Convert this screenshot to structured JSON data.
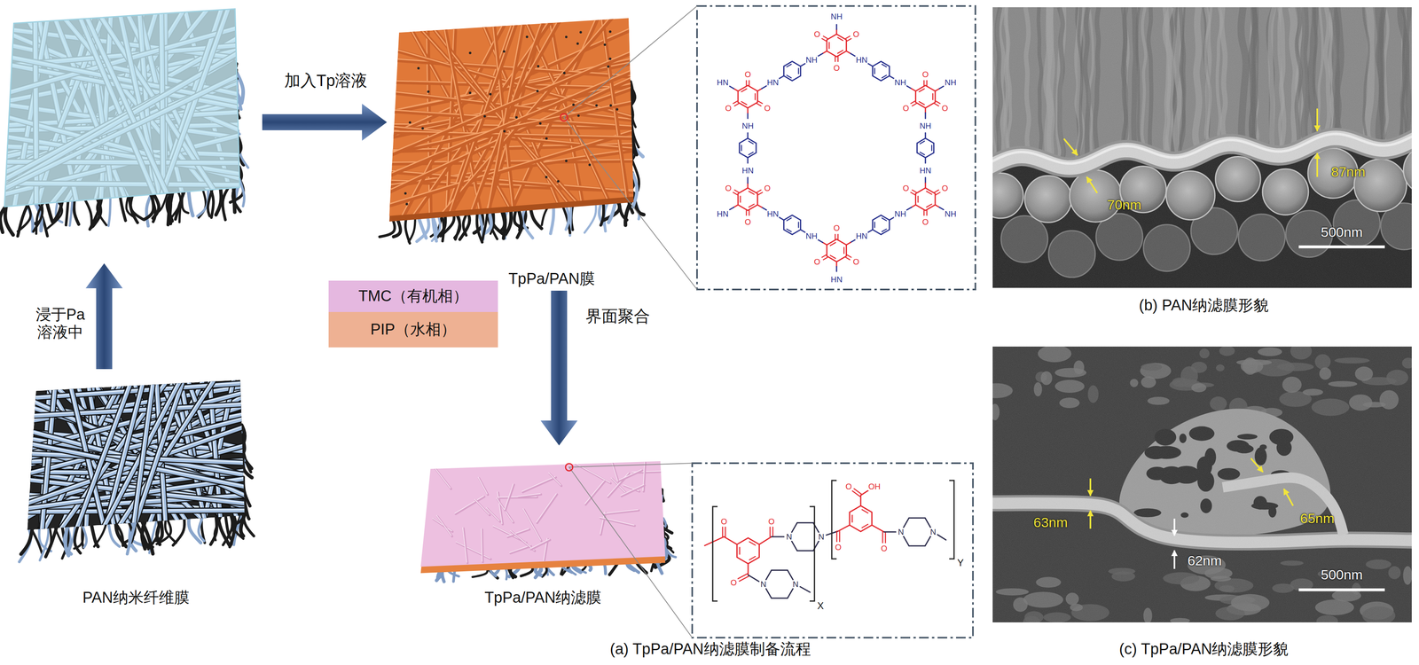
{
  "diagram": {
    "nodes": [
      {
        "text": [
          "PAN纳米纤维膜"
        ]
      },
      {
        "text": [
          "TpPa/PAN膜"
        ]
      },
      {
        "text": [
          "TpPa/PAN纳滤膜"
        ]
      },
      {
        "text": [
          "TMC（有机相）"
        ]
      },
      {
        "text": [
          "PIP（水相）"
        ]
      }
    ],
    "edges": [
      {
        "from": 1,
        "to": 2,
        "arrow": "to",
        "label": "界面聚合"
      }
    ],
    "labels": [
      "加入Tp溶液",
      "浸于Pa 溶液中",
      "(a) TpPa/PAN纳滤膜制备流程",
      "70nm",
      "87nm",
      "500nm",
      "(b) PAN纳滤膜形貌",
      "63nm",
      "62nm",
      "65nm",
      "500nm",
      "(c) TpPa/PAN纳滤膜形貌",
      "O",
      "O",
      "O",
      "NH",
      "HN",
      "NH",
      "O",
      "O",
      "O",
      "NH",
      "NH",
      "HN",
      "O",
      "O",
      "O",
      "NH",
      "NH",
      "HN",
      "O",
      "O",
      "O",
      "HN",
      "NH",
      "HN",
      "O",
      "O",
      "O",
      "HN",
      "HN",
      "NH",
      "O",
      "O",
      "O",
      "HN",
      "HN",
      "NH",
      "O",
      "O",
      "N",
      "N",
      "O",
      "O",
      "OH",
      "O",
      "N",
      "N",
      "O",
      "N",
      "N",
      "X",
      "Y"
    ]
  }
}
